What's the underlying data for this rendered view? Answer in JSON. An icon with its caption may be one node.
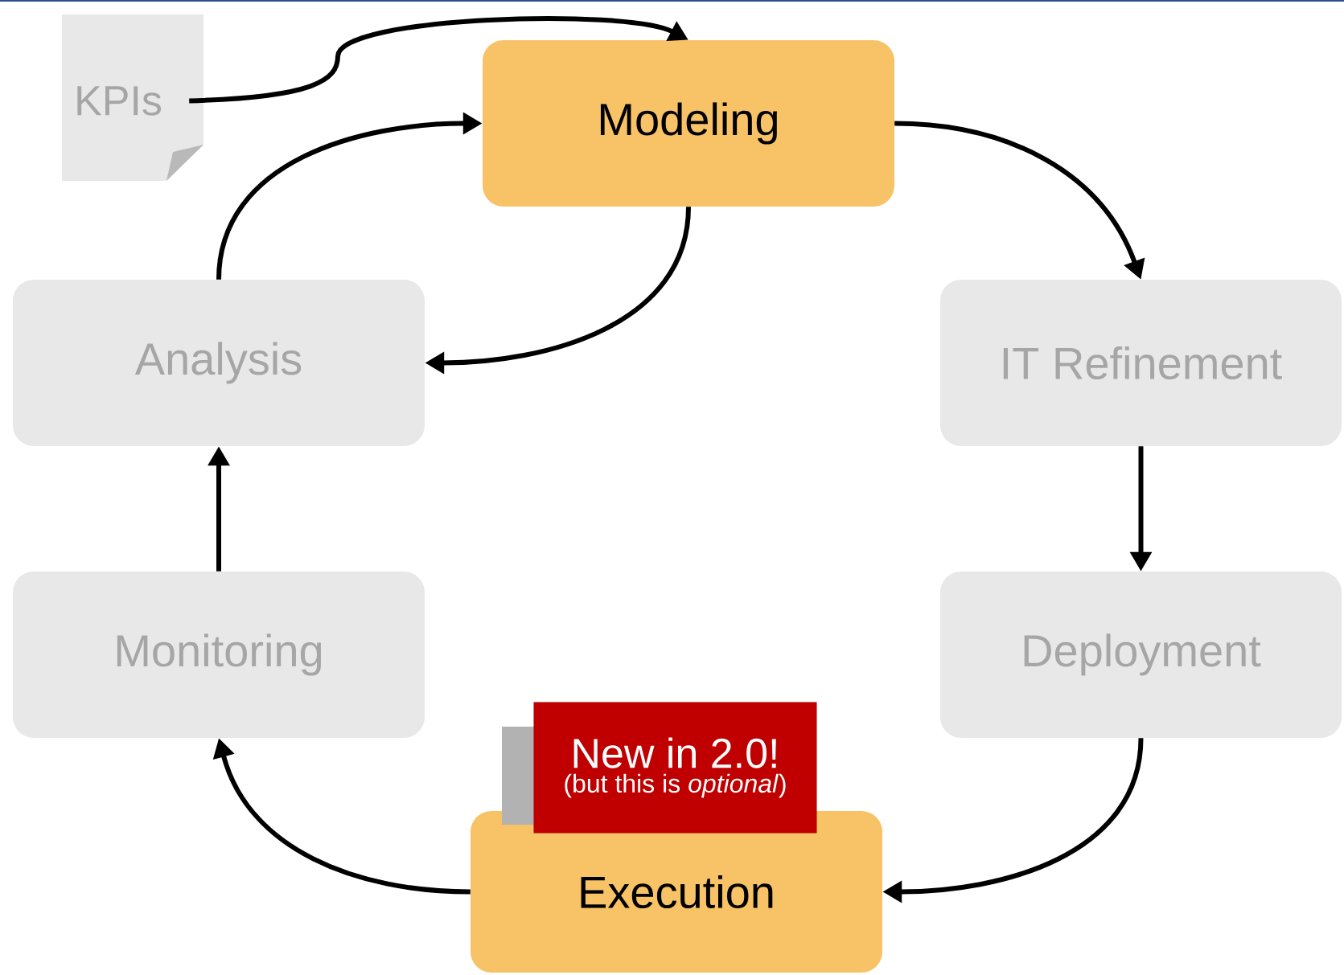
{
  "diagram": {
    "nodes": [
      {
        "text": [
          "KPIs"
        ]
      },
      {
        "text": [
          "Modeling"
        ]
      },
      {
        "text": [
          "Analysis"
        ]
      },
      {
        "text": [
          "IT Refinement"
        ]
      },
      {
        "text": [
          "Monitoring"
        ]
      },
      {
        "text": [
          "Deployment"
        ]
      },
      {
        "text": [
          "New in 2.0!",
          "(but this is *optional*)"
        ]
      },
      {
        "text": [
          "Execution"
        ]
      }
    ],
    "edges": [
      {
        "from": 0,
        "to": 1,
        "arrow": "to"
      },
      {
        "from": 1,
        "to": 3,
        "arrow": "to"
      },
      {
        "from": 3,
        "to": 5,
        "arrow": "to"
      },
      {
        "from": 5,
        "to": 7,
        "arrow": "to"
      },
      {
        "from": 7,
        "to": 4,
        "arrow": "to"
      },
      {
        "from": 4,
        "to": 2,
        "arrow": "to"
      },
      {
        "from": 2,
        "to": 1,
        "arrow": "to"
      },
      {
        "from": 1,
        "to": 2,
        "arrow": "to"
      }
    ]
  }
}
